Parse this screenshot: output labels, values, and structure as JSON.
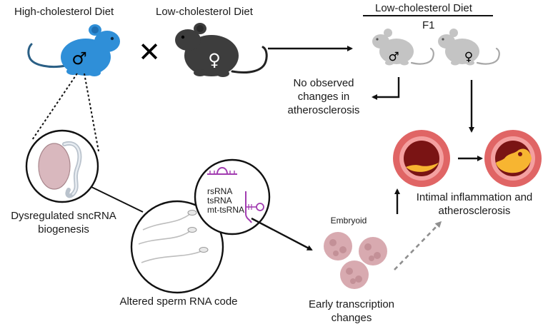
{
  "labels": {
    "high_diet": "High-cholesterol Diet",
    "low_diet_parent": "Low-cholesterol Diet",
    "low_diet_offspring": "Low-cholesterol Diet",
    "generation": "F1",
    "no_change_1": "No observed",
    "no_change_2": "changes in",
    "no_change_3": "atherosclerosis",
    "dysregulated_1": "Dysregulated sncRNA",
    "dysregulated_2": "biogenesis",
    "rna_1": "rsRNA",
    "rna_2": "tsRNA",
    "rna_3": "mt-tsRNA",
    "sperm_code": "Altered sperm RNA code",
    "embryoid": "Embryoid",
    "early_1": "Early transcription",
    "early_2": "changes",
    "inflam_1": "Intimal inflammation and",
    "inflam_2": "atherosclerosis"
  },
  "symbols": {
    "male": "♂",
    "female": "♀",
    "cross": "✕"
  },
  "colors": {
    "male_parent": "#2f8fd8",
    "female_parent": "#3d3d3d",
    "offspring": "#c4c4c4",
    "artery_outer": "#e06565",
    "artery_wall": "#f4a0a0",
    "lumen": "#7a1414",
    "plaque": "#f7b531",
    "rna": "#a23db1",
    "embryoid": "#d8aab0"
  }
}
